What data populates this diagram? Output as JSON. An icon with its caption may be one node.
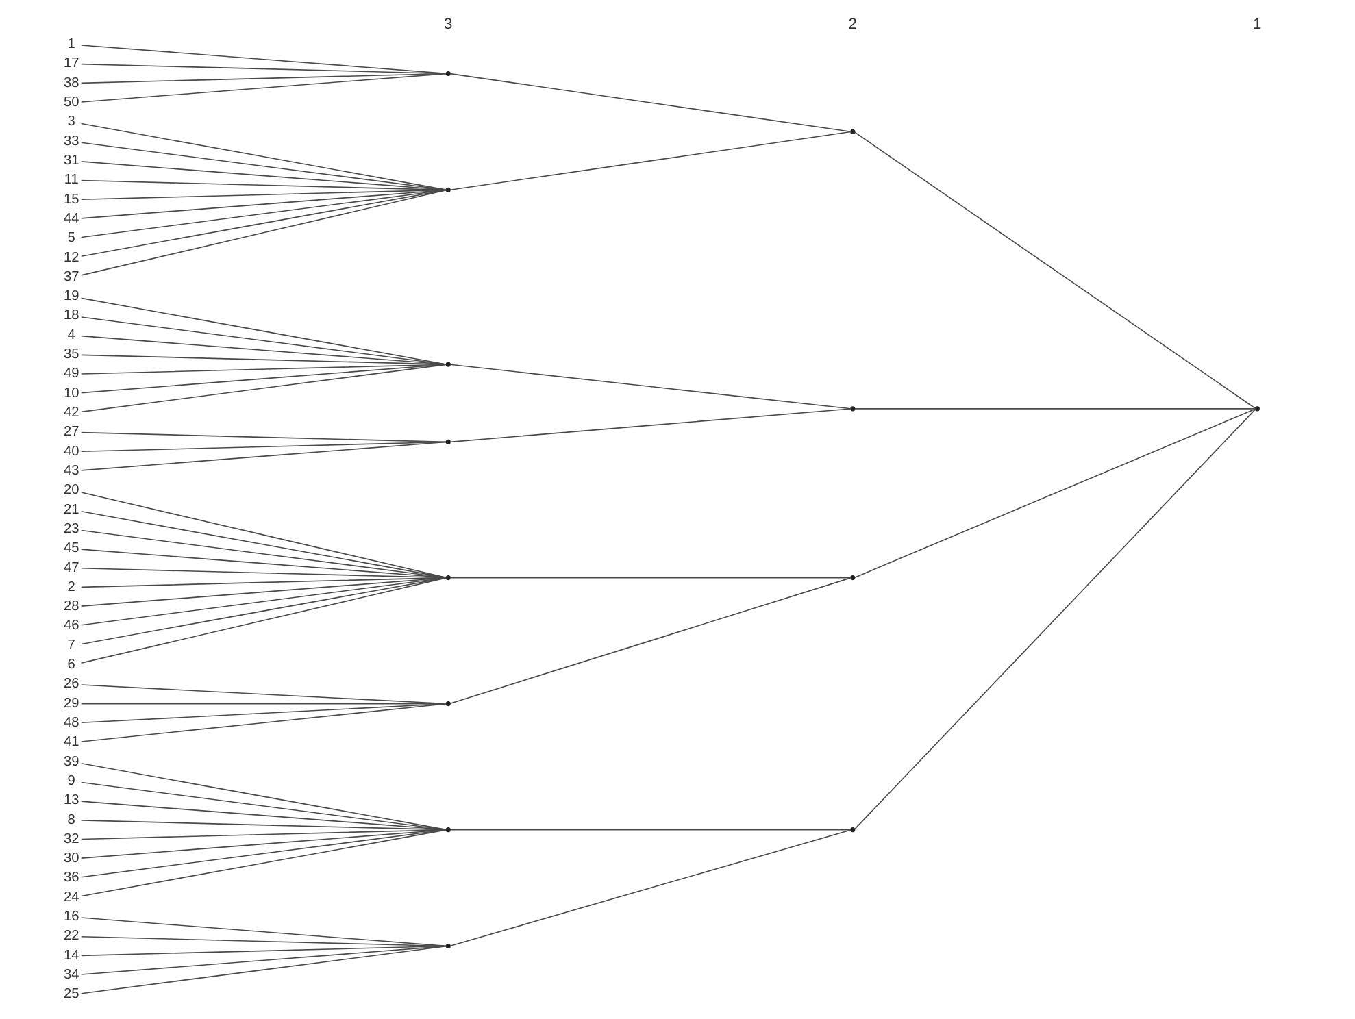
{
  "diagram": {
    "nodes": [
      {
        "text": [
          "1"
        ]
      },
      {
        "text": [
          "17"
        ]
      },
      {
        "text": [
          "38"
        ]
      },
      {
        "text": [
          "50"
        ]
      },
      {
        "text": [
          "3"
        ]
      },
      {
        "text": [
          "33"
        ]
      },
      {
        "text": [
          "31"
        ]
      },
      {
        "text": [
          "11"
        ]
      },
      {
        "text": [
          "15"
        ]
      },
      {
        "text": [
          "44"
        ]
      },
      {
        "text": [
          "5"
        ]
      },
      {
        "text": [
          "12"
        ]
      },
      {
        "text": [
          "37"
        ]
      },
      {
        "text": [
          "19"
        ]
      },
      {
        "text": [
          "18"
        ]
      },
      {
        "text": [
          "4"
        ]
      },
      {
        "text": [
          "35"
        ]
      },
      {
        "text": [
          "49"
        ]
      },
      {
        "text": [
          "10"
        ]
      },
      {
        "text": [
          "42"
        ]
      },
      {
        "text": [
          "27"
        ]
      },
      {
        "text": [
          "40"
        ]
      },
      {
        "text": [
          "43"
        ]
      },
      {
        "text": [
          "20"
        ]
      },
      {
        "text": [
          "21"
        ]
      },
      {
        "text": [
          "23"
        ]
      },
      {
        "text": [
          "45"
        ]
      },
      {
        "text": [
          "47"
        ]
      },
      {
        "text": [
          "2"
        ]
      },
      {
        "text": [
          "28"
        ]
      },
      {
        "text": [
          "46"
        ]
      },
      {
        "text": [
          "7"
        ]
      },
      {
        "text": [
          "6"
        ]
      },
      {
        "text": [
          "26"
        ]
      },
      {
        "text": [
          "29"
        ]
      },
      {
        "text": [
          "48"
        ]
      },
      {
        "text": [
          "41"
        ]
      },
      {
        "text": [
          "39"
        ]
      },
      {
        "text": [
          "9"
        ]
      },
      {
        "text": [
          "13"
        ]
      },
      {
        "text": [
          "8"
        ]
      },
      {
        "text": [
          "32"
        ]
      },
      {
        "text": [
          "30"
        ]
      },
      {
        "text": [
          "36"
        ]
      },
      {
        "text": [
          "24"
        ]
      },
      {
        "text": [
          "16"
        ]
      },
      {
        "text": [
          "22"
        ]
      },
      {
        "text": [
          "14"
        ]
      },
      {
        "text": [
          "34"
        ]
      },
      {
        "text": [
          "25"
        ]
      },
      {
        "text": [],
        "shape": "point"
      },
      {
        "text": [],
        "shape": "point"
      },
      {
        "text": [],
        "shape": "point"
      },
      {
        "text": [],
        "shape": "point"
      },
      {
        "text": [],
        "shape": "point"
      },
      {
        "text": [],
        "shape": "point"
      },
      {
        "text": [],
        "shape": "point"
      },
      {
        "text": [],
        "shape": "point"
      },
      {
        "text": [],
        "shape": "point"
      },
      {
        "text": [],
        "shape": "point"
      },
      {
        "text": [],
        "shape": "point"
      },
      {
        "text": [],
        "shape": "point"
      },
      {
        "text": [],
        "shape": "point"
      }
    ],
    "edges": [
      {
        "from": 0,
        "to": 50,
        "arrow": "none"
      },
      {
        "from": 1,
        "to": 50,
        "arrow": "none"
      },
      {
        "from": 2,
        "to": 50,
        "arrow": "none"
      },
      {
        "from": 3,
        "to": 50,
        "arrow": "none"
      },
      {
        "from": 4,
        "to": 51,
        "arrow": "none"
      },
      {
        "from": 5,
        "to": 51,
        "arrow": "none"
      },
      {
        "from": 6,
        "to": 51,
        "arrow": "none"
      },
      {
        "from": 7,
        "to": 51,
        "arrow": "none"
      },
      {
        "from": 8,
        "to": 51,
        "arrow": "none"
      },
      {
        "from": 9,
        "to": 51,
        "arrow": "none"
      },
      {
        "from": 10,
        "to": 51,
        "arrow": "none"
      },
      {
        "from": 11,
        "to": 51,
        "arrow": "none"
      },
      {
        "from": 12,
        "to": 51,
        "arrow": "none"
      },
      {
        "from": 13,
        "to": 52,
        "arrow": "none"
      },
      {
        "from": 14,
        "to": 52,
        "arrow": "none"
      },
      {
        "from": 15,
        "to": 52,
        "arrow": "none"
      },
      {
        "from": 16,
        "to": 52,
        "arrow": "none"
      },
      {
        "from": 17,
        "to": 52,
        "arrow": "none"
      },
      {
        "from": 18,
        "to": 52,
        "arrow": "none"
      },
      {
        "from": 19,
        "to": 52,
        "arrow": "none"
      },
      {
        "from": 20,
        "to": 53,
        "arrow": "none"
      },
      {
        "from": 21,
        "to": 53,
        "arrow": "none"
      },
      {
        "from": 22,
        "to": 53,
        "arrow": "none"
      },
      {
        "from": 23,
        "to": 54,
        "arrow": "none"
      },
      {
        "from": 24,
        "to": 54,
        "arrow": "none"
      },
      {
        "from": 25,
        "to": 54,
        "arrow": "none"
      },
      {
        "from": 26,
        "to": 54,
        "arrow": "none"
      },
      {
        "from": 27,
        "to": 54,
        "arrow": "none"
      },
      {
        "from": 28,
        "to": 54,
        "arrow": "none"
      },
      {
        "from": 29,
        "to": 54,
        "arrow": "none"
      },
      {
        "from": 30,
        "to": 54,
        "arrow": "none"
      },
      {
        "from": 31,
        "to": 54,
        "arrow": "none"
      },
      {
        "from": 32,
        "to": 54,
        "arrow": "none"
      },
      {
        "from": 33,
        "to": 55,
        "arrow": "none"
      },
      {
        "from": 34,
        "to": 55,
        "arrow": "none"
      },
      {
        "from": 35,
        "to": 55,
        "arrow": "none"
      },
      {
        "from": 36,
        "to": 55,
        "arrow": "none"
      },
      {
        "from": 37,
        "to": 56,
        "arrow": "none"
      },
      {
        "from": 38,
        "to": 56,
        "arrow": "none"
      },
      {
        "from": 39,
        "to": 56,
        "arrow": "none"
      },
      {
        "from": 40,
        "to": 56,
        "arrow": "none"
      },
      {
        "from": 41,
        "to": 56,
        "arrow": "none"
      },
      {
        "from": 42,
        "to": 56,
        "arrow": "none"
      },
      {
        "from": 43,
        "to": 56,
        "arrow": "none"
      },
      {
        "from": 44,
        "to": 56,
        "arrow": "none"
      },
      {
        "from": 45,
        "to": 57,
        "arrow": "none"
      },
      {
        "from": 46,
        "to": 57,
        "arrow": "none"
      },
      {
        "from": 47,
        "to": 57,
        "arrow": "none"
      },
      {
        "from": 48,
        "to": 57,
        "arrow": "none"
      },
      {
        "from": 49,
        "to": 57,
        "arrow": "none"
      },
      {
        "from": 50,
        "to": 58,
        "arrow": "none"
      },
      {
        "from": 51,
        "to": 58,
        "arrow": "none"
      },
      {
        "from": 52,
        "to": 59,
        "arrow": "none"
      },
      {
        "from": 53,
        "to": 59,
        "arrow": "none"
      },
      {
        "from": 54,
        "to": 60,
        "arrow": "none"
      },
      {
        "from": 55,
        "to": 60,
        "arrow": "none"
      },
      {
        "from": 56,
        "to": 61,
        "arrow": "none"
      },
      {
        "from": 57,
        "to": 61,
        "arrow": "none"
      },
      {
        "from": 58,
        "to": 62,
        "arrow": "none"
      },
      {
        "from": 59,
        "to": 62,
        "arrow": "none"
      },
      {
        "from": 60,
        "to": 62,
        "arrow": "none"
      },
      {
        "from": 61,
        "to": 62,
        "arrow": "none"
      }
    ],
    "labels": [
      "3",
      "2",
      "1"
    ]
  }
}
